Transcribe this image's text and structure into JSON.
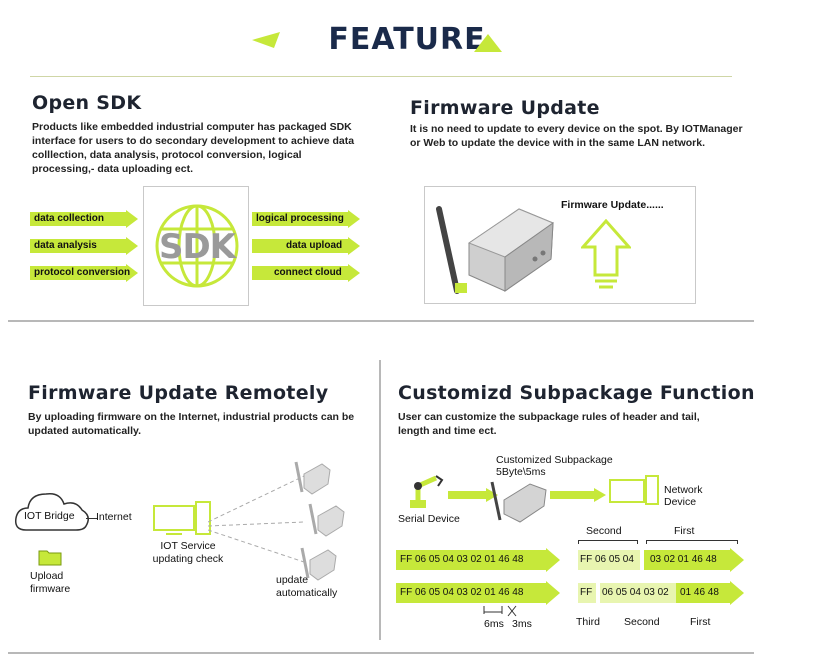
{
  "header": {
    "title": "FEATURE"
  },
  "open_sdk": {
    "title": "Open SDK",
    "description": "Products like embedded industrial computer has packaged SDK interface for users to do secondary development to achieve data colllection, data analysis, protocol conversion, logical processing,- data uploading ect.",
    "left_arrows": [
      "data collection",
      "data analysis",
      "protocol conversion"
    ],
    "right_arrows": [
      "logical processing",
      "data upload",
      "connect cloud"
    ],
    "logo_text": "SDK"
  },
  "firmware_update": {
    "title": "Firmware Update",
    "description": "It is no need to update to every device on the spot. By IOTManager or Web to update the device with in the same LAN network.",
    "label": "Firmware Update......"
  },
  "firmware_remote": {
    "title": "Firmware Update Remotely",
    "description": "By uploading firmware on the Internet, industrial products can be updated automatically.",
    "iot_bridge": "IOT Bridge",
    "internet": "Internet",
    "upload": "Upload firmware",
    "service": "IOT Service updating check",
    "auto": "update automatically"
  },
  "subpackage": {
    "title": "Customizd Subpackage Function",
    "description": "User can customize the subpackage rules of header and tail, length and time ect.",
    "custom_label": "Customized Subpackage 5Byte\\5ms",
    "serial_device": "Serial Device",
    "network_device": "Network Device",
    "row1_data": "FF 06 05 04 03 02 01 46 48",
    "row2_data": "FF 06 05 04 03 02 01 46 48",
    "second": "Second",
    "first": "First",
    "third": "Third",
    "r1_second": "FF 06 05 04",
    "r1_first": "03 02 01 46 48",
    "r2_third": "FF",
    "r2_second": "06 05 04 03 02",
    "r2_first": "01 46 48",
    "t6ms": "6ms",
    "t3ms": "3ms"
  },
  "colors": {
    "accent": "#c6e83a",
    "navy": "#1a2a4a"
  }
}
